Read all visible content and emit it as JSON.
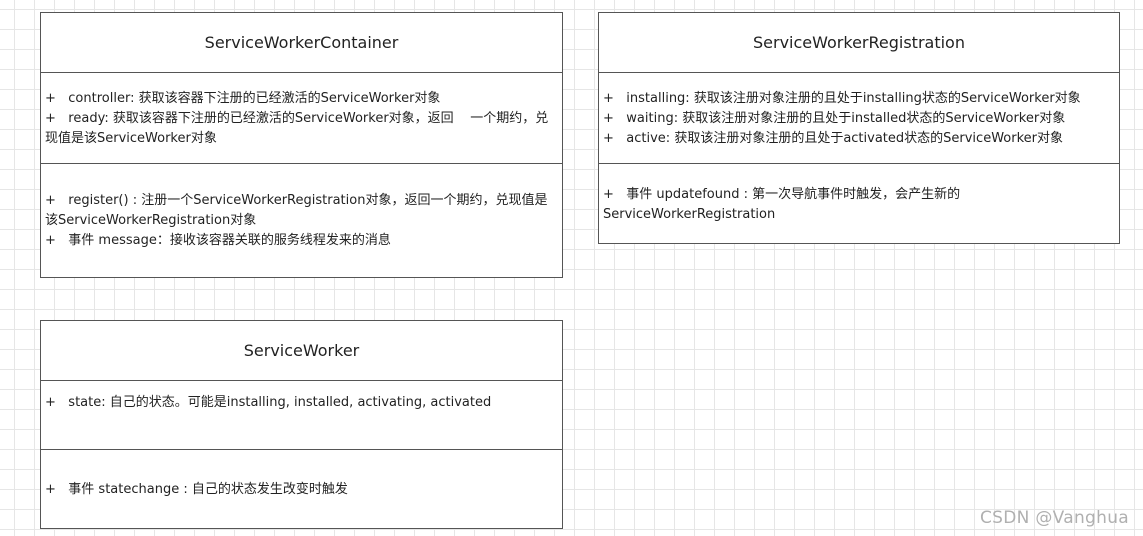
{
  "classes": [
    {
      "name": "ServiceWorkerContainer",
      "attributes": [
        "+   controller: 获取该容器下注册的已经激活的ServiceWorker对象",
        "+   ready: 获取该容器下注册的已经激活的ServiceWorker对象，返回    一个期约，兑现值是该ServiceWorker对象"
      ],
      "methods": [
        "+   register() : 注册一个ServiceWorkerRegistration对象，返回一个期约，兑现值是该ServiceWorkerRegistration对象",
        "+   事件 message：接收该容器关联的服务线程发来的消息"
      ]
    },
    {
      "name": "ServiceWorkerRegistration",
      "attributes": [
        "+   installing: 获取该注册对象注册的且处于installing状态的ServiceWorker对象",
        "+   waiting: 获取该注册对象注册的且处于installed状态的ServiceWorker对象",
        "+   active: 获取该注册对象注册的且处于activated状态的ServiceWorker对象"
      ],
      "methods": [
        "+   事件 updatefound : 第一次导航事件时触发，会产生新的ServiceWorkerRegistration"
      ]
    },
    {
      "name": "ServiceWorker",
      "attributes": [
        "+   state: 自己的状态。可能是installing, installed, activating, activated"
      ],
      "methods": [
        "+   事件 statechange : 自己的状态发生改变时触发"
      ]
    }
  ],
  "watermark": "CSDN @Vanghua",
  "colors": {
    "border": "#555555",
    "grid": "#e6e6e6",
    "watermark": "#b0b0b0"
  }
}
